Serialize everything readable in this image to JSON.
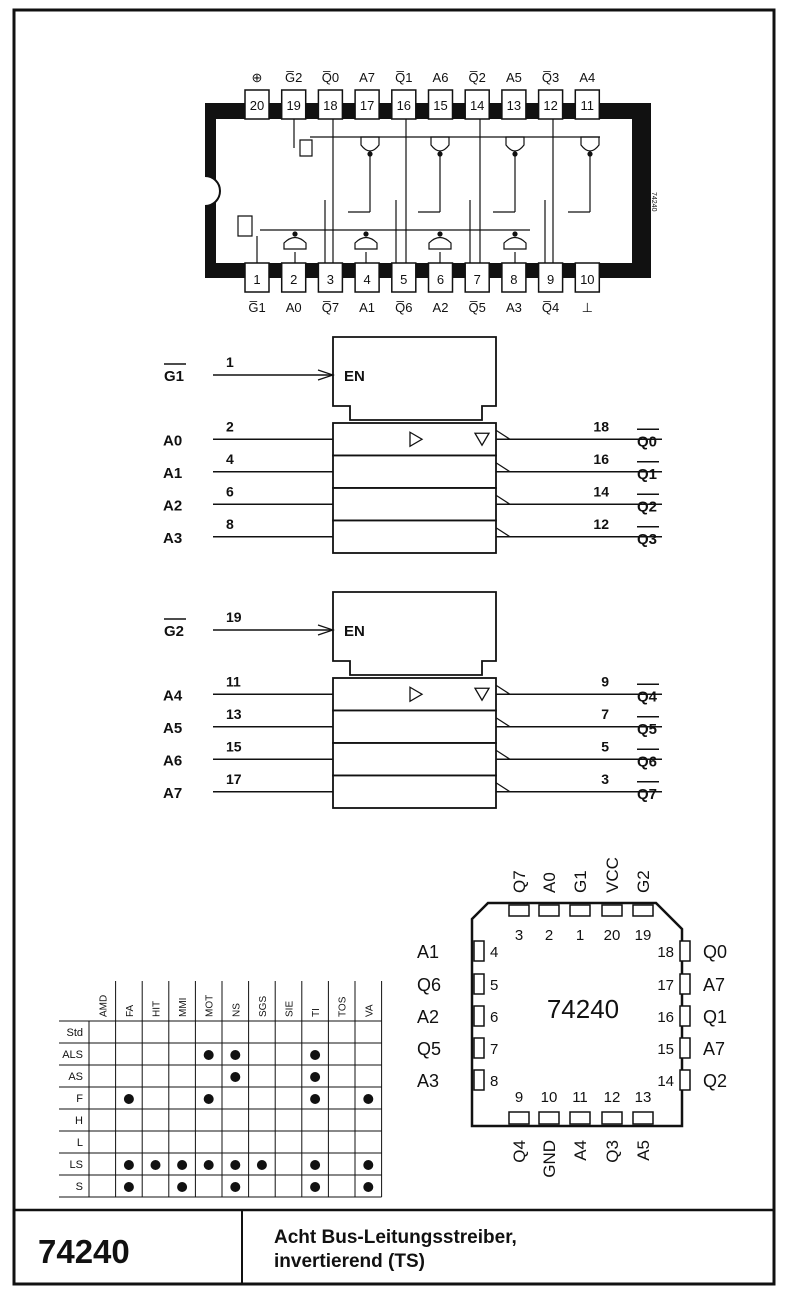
{
  "chip": "74240",
  "title_line1": "Acht Bus-Leitungsstreiber,",
  "title_line2": "invertierend (TS)",
  "dip": {
    "top_labels": [
      "⊕",
      "G̅2",
      "Q̅0",
      "A7",
      "Q̅1",
      "A6",
      "Q̅2",
      "A5",
      "Q̅3",
      "A4"
    ],
    "top_pins": [
      "20",
      "19",
      "18",
      "17",
      "16",
      "15",
      "14",
      "13",
      "12",
      "11"
    ],
    "bottom_pins": [
      "1",
      "2",
      "3",
      "4",
      "5",
      "6",
      "7",
      "8",
      "9",
      "10"
    ],
    "bottom_labels": [
      "G̅1",
      "A0",
      "Q̅7",
      "A1",
      "Q̅6",
      "A2",
      "Q̅5",
      "A3",
      "Q̅4",
      "⊥"
    ],
    "side_text": "74240"
  },
  "logic1": {
    "en_label": "G1",
    "en_pin": "1",
    "en_text": "EN",
    "inputs": [
      {
        "label": "A0",
        "pin": "2"
      },
      {
        "label": "A1",
        "pin": "4"
      },
      {
        "label": "A2",
        "pin": "6"
      },
      {
        "label": "A3",
        "pin": "8"
      }
    ],
    "outputs": [
      {
        "label": "Q0",
        "pin": "18"
      },
      {
        "label": "Q1",
        "pin": "16"
      },
      {
        "label": "Q2",
        "pin": "14"
      },
      {
        "label": "Q3",
        "pin": "12"
      }
    ]
  },
  "logic2": {
    "en_label": "G2",
    "en_pin": "19",
    "en_text": "EN",
    "inputs": [
      {
        "label": "A4",
        "pin": "11"
      },
      {
        "label": "A5",
        "pin": "13"
      },
      {
        "label": "A6",
        "pin": "15"
      },
      {
        "label": "A7",
        "pin": "17"
      }
    ],
    "outputs": [
      {
        "label": "Q4",
        "pin": "9"
      },
      {
        "label": "Q5",
        "pin": "7"
      },
      {
        "label": "Q6",
        "pin": "5"
      },
      {
        "label": "Q7",
        "pin": "3"
      }
    ]
  },
  "plcc": {
    "top_labels": [
      "Q7",
      "A0",
      "G1",
      "VCC",
      "G2"
    ],
    "top_pins": [
      "3",
      "2",
      "1",
      "20",
      "19"
    ],
    "left": [
      {
        "label": "A1",
        "pin": "4"
      },
      {
        "label": "Q6",
        "pin": "5"
      },
      {
        "label": "A2",
        "pin": "6"
      },
      {
        "label": "Q5",
        "pin": "7"
      },
      {
        "label": "A3",
        "pin": "8"
      }
    ],
    "right": [
      {
        "label": "Q0",
        "pin": "18"
      },
      {
        "label": "A7",
        "pin": "17"
      },
      {
        "label": "Q1",
        "pin": "16"
      },
      {
        "label": "A7",
        "pin": "15"
      },
      {
        "label": "Q2",
        "pin": "14"
      }
    ],
    "bottom_pins": [
      "9",
      "10",
      "11",
      "12",
      "13"
    ],
    "bottom_labels": [
      "Q4",
      "GND",
      "A4",
      "Q3",
      "A5"
    ]
  },
  "matrix": {
    "columns": [
      "AMD",
      "FA",
      "HIT",
      "MMI",
      "MOT",
      "NS",
      "SGS",
      "SIE",
      "TI",
      "TOS",
      "VA"
    ],
    "rows": [
      {
        "name": "Std",
        "dots": []
      },
      {
        "name": "ALS",
        "dots": [
          4,
          5,
          8
        ]
      },
      {
        "name": "AS",
        "dots": [
          5,
          8
        ]
      },
      {
        "name": "F",
        "dots": [
          1,
          4,
          8,
          10
        ]
      },
      {
        "name": "H",
        "dots": []
      },
      {
        "name": "L",
        "dots": []
      },
      {
        "name": "LS",
        "dots": [
          1,
          2,
          3,
          4,
          5,
          6,
          8,
          10
        ]
      },
      {
        "name": "S",
        "dots": [
          1,
          3,
          5,
          8,
          10
        ]
      }
    ]
  }
}
